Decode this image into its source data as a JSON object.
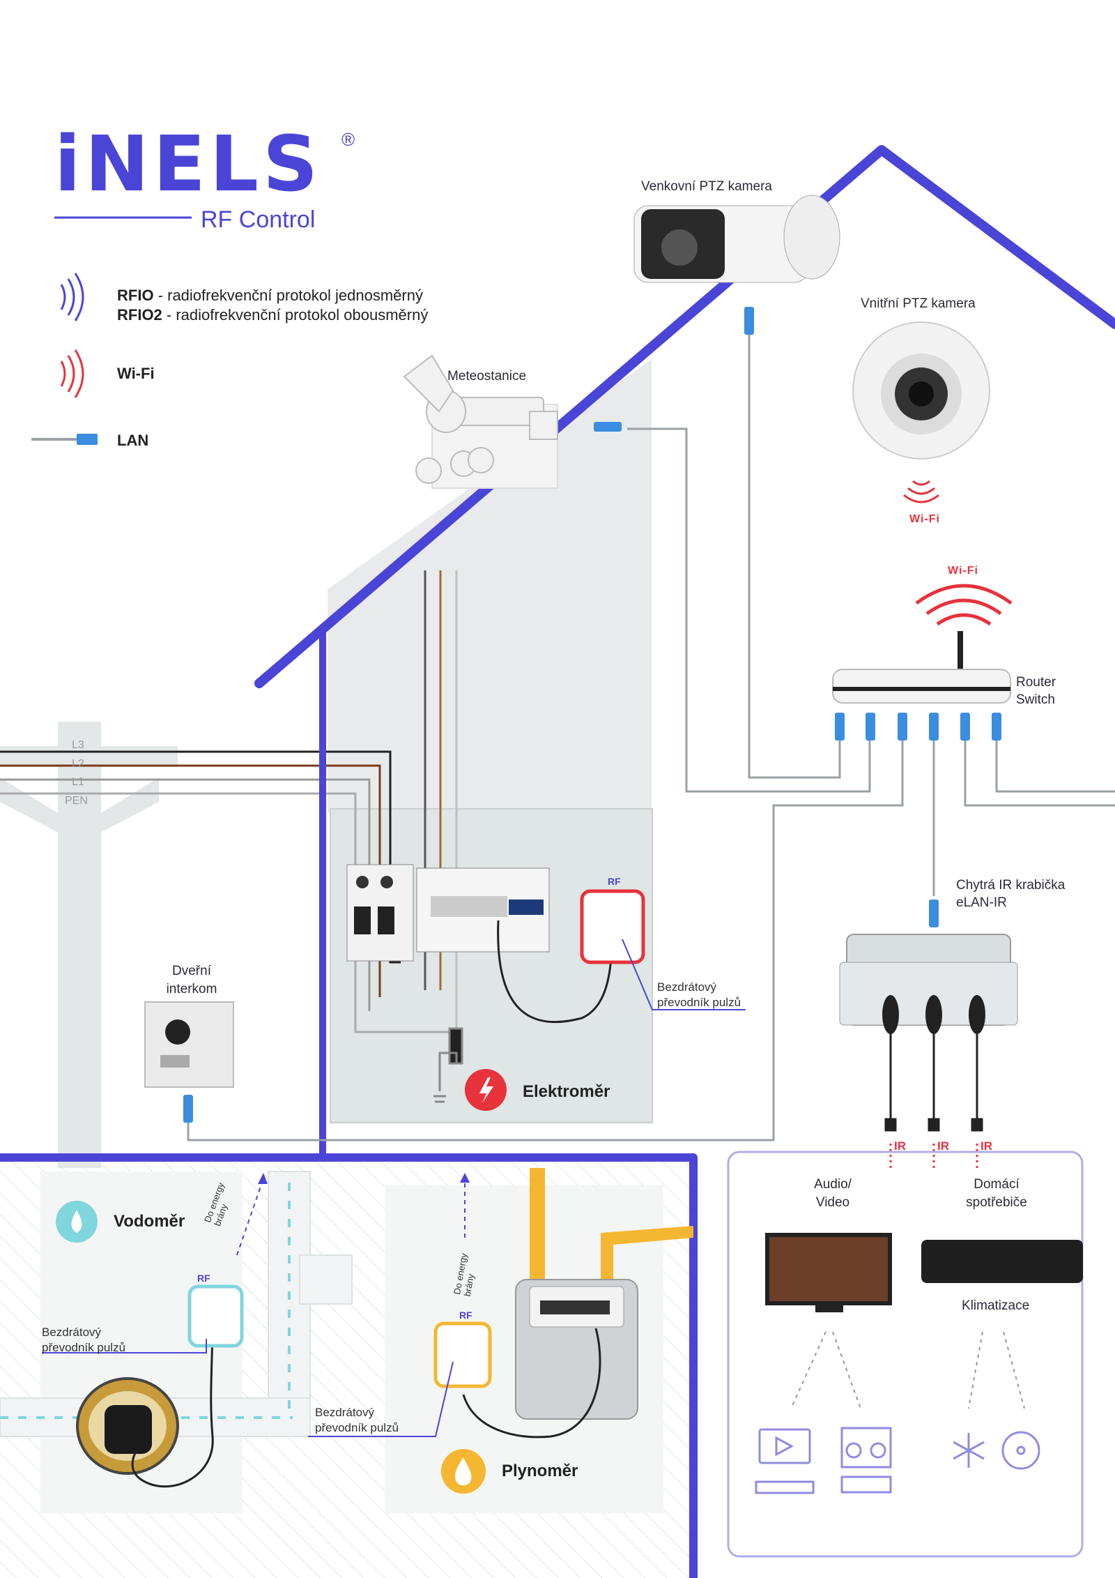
{
  "brand": {
    "logo": "iNELS",
    "registered": "®",
    "subtitle": "RF Control"
  },
  "legend": {
    "rfio_name": "RFIO",
    "rfio_desc": " - radiofrekvenční protokol jednosměrný",
    "rfio2_name": "RFIO2",
    "rfio2_desc": " - radiofrekvenční protokol obousměrný",
    "wifi": "Wi-Fi",
    "lan": "LAN"
  },
  "devices": {
    "outdoor_camera": "Venkovní PTZ kamera",
    "indoor_camera": "Vnitřní PTZ kamera",
    "weather_station": "Meteostanice",
    "router_line1": "Router",
    "router_line2": "Switch",
    "ir_box_line1": "Chytrá IR krabička",
    "ir_box_line2": "eLAN-IR",
    "intercom_line1": "Dveřní",
    "intercom_line2": "interkom",
    "electricity_meter": "Elektroměr",
    "pulse_converter_line1": "Bezdrátový",
    "pulse_converter_line2": "převodník pulzů",
    "water_meter": "Vodoměr",
    "gas_meter": "Plynoměr",
    "audio_video_line1": "Audio/",
    "audio_video_line2": "Video",
    "appliances_line1": "Domácí",
    "appliances_line2": "spotřebiče",
    "air_conditioning": "Klimatizace",
    "to_energy_gate_line1": "Do energy",
    "to_energy_gate_line2": "brány"
  },
  "tags": {
    "wifi": "Wi-Fi",
    "ir": "IR",
    "rf": "RF"
  },
  "phases": [
    "L3",
    "L2",
    "L1",
    "PEN"
  ],
  "colors": {
    "brand": "#4a45d6",
    "wifi": "#e8323c",
    "lan": "#3a8de0",
    "cable_gray": "#9aa0a3",
    "water": "#7fd6dd",
    "gas": "#f5b731"
  }
}
